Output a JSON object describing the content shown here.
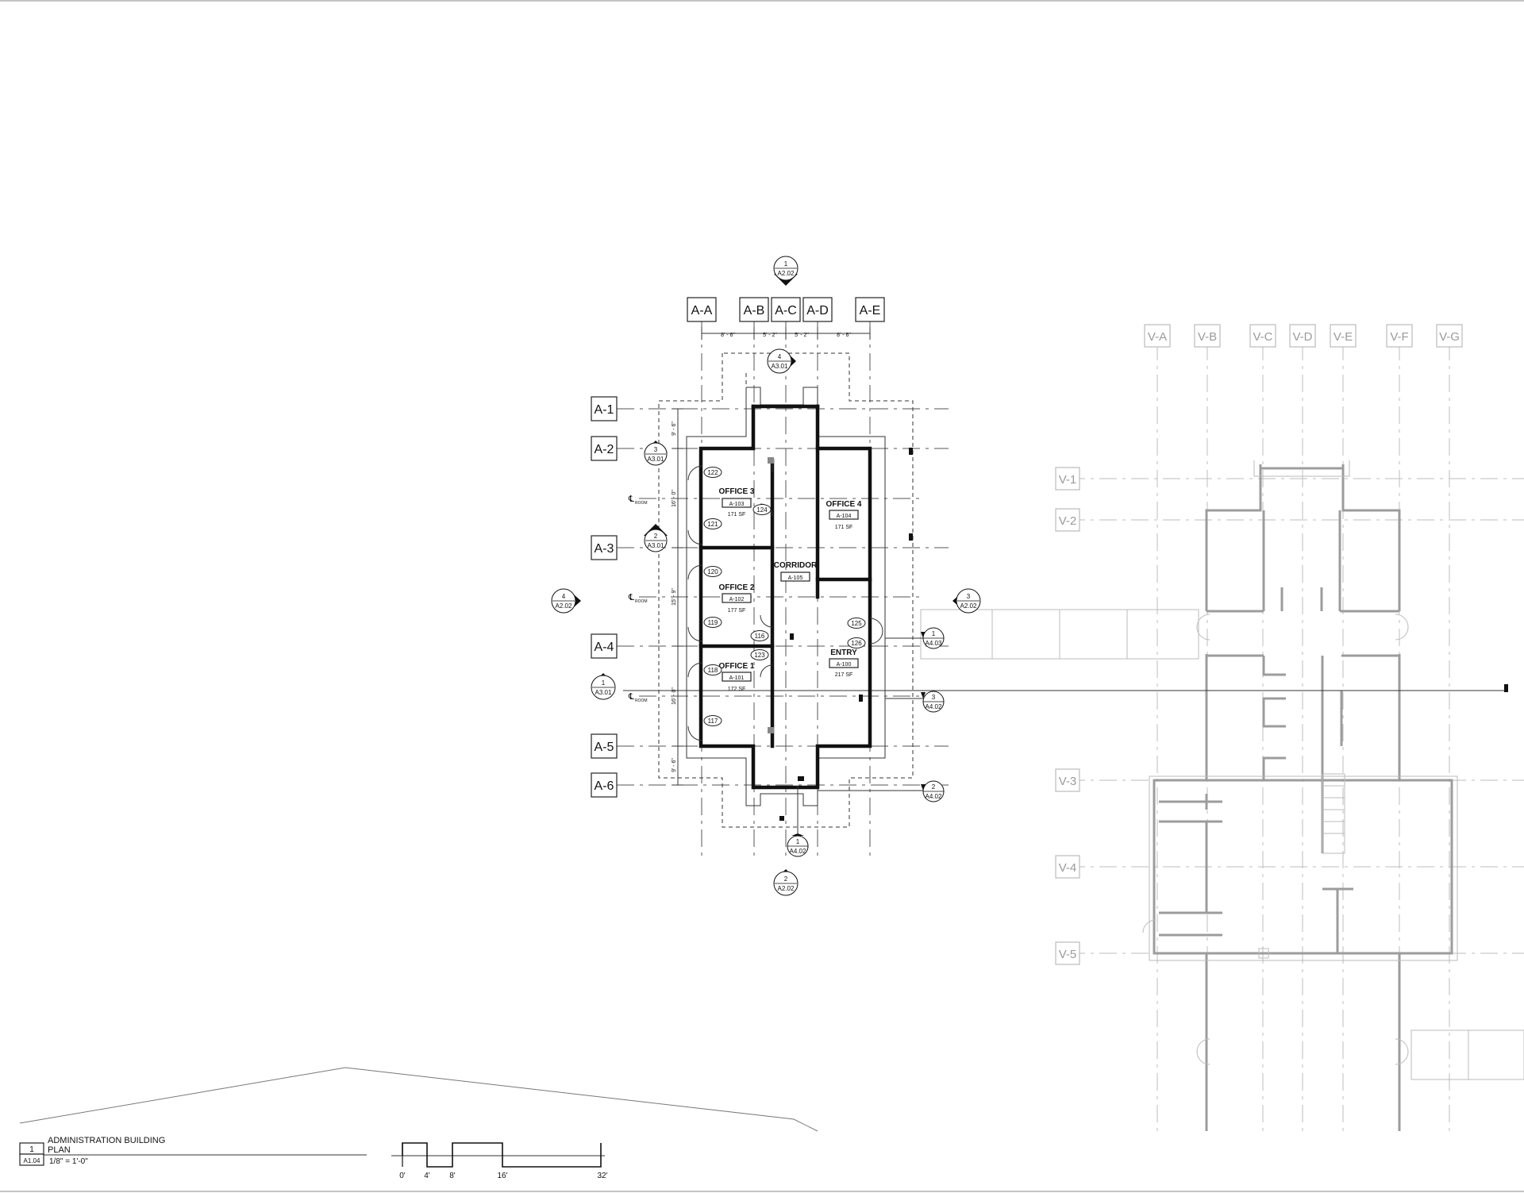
{
  "admin_grids": {
    "columns": [
      "A-A",
      "A-B",
      "A-C",
      "A-D",
      "A-E"
    ],
    "rows": [
      "A-1",
      "A-2",
      "A-3",
      "A-4",
      "A-5",
      "A-6"
    ]
  },
  "dimensions": {
    "top": [
      "8' - 6\"",
      "5' - 2\"",
      "5' - 2\"",
      "8' - 6\""
    ],
    "left": [
      "9' - 6\"",
      "16' - 0\"",
      "15' - 9\"",
      "16' - 0\"",
      "9' - 6\""
    ]
  },
  "room_center_mark": "ROOM",
  "rooms": [
    {
      "name": "OFFICE 3",
      "number": "A-103",
      "area": "171 SF"
    },
    {
      "name": "OFFICE 4",
      "number": "A-104",
      "area": "171 SF"
    },
    {
      "name": "CORRIDOR",
      "number": "A-105",
      "area": ""
    },
    {
      "name": "OFFICE 2",
      "number": "A-102",
      "area": "177 SF"
    },
    {
      "name": "OFFICE 1",
      "number": "A-101",
      "area": "172 SF"
    },
    {
      "name": "ENTRY",
      "number": "A-100",
      "area": "217 SF"
    }
  ],
  "door_tags": [
    "122",
    "121",
    "124",
    "120",
    "119",
    "116",
    "123",
    "118",
    "117",
    "125",
    "126"
  ],
  "section_marks": [
    {
      "num": "1",
      "sheet": "A2.02"
    },
    {
      "num": "4",
      "sheet": "A3.01"
    },
    {
      "num": "3",
      "sheet": "A3.01"
    },
    {
      "num": "2",
      "sheet": "A3.01"
    },
    {
      "num": "4",
      "sheet": "A2.02"
    },
    {
      "num": "1",
      "sheet": "A3.01"
    },
    {
      "num": "3",
      "sheet": "A2.02"
    },
    {
      "num": "1",
      "sheet": "A4.03"
    },
    {
      "num": "3",
      "sheet": "A4.02"
    },
    {
      "num": "2",
      "sheet": "A4.02"
    },
    {
      "num": "1",
      "sheet": "A4.02"
    },
    {
      "num": "2",
      "sheet": "A2.02"
    }
  ],
  "visitor_grids": {
    "columns": [
      "V-A",
      "V-B",
      "V-C",
      "V-D",
      "V-E",
      "V-F",
      "V-G"
    ],
    "rows": [
      "V-1",
      "V-2",
      "V-3",
      "V-4",
      "V-5"
    ]
  },
  "title_block": {
    "view_number": "1",
    "sheet": "A1.04",
    "title_line1": "ADMINISTRATION BUILDING",
    "title_line2": "PLAN",
    "scale": "1/8\" = 1'-0\""
  },
  "scale_bar": [
    "0'",
    "4'",
    "8'",
    "16'",
    "32'"
  ],
  "colors": {
    "ink": "#111111",
    "background_plan": "#a0a0a0"
  }
}
